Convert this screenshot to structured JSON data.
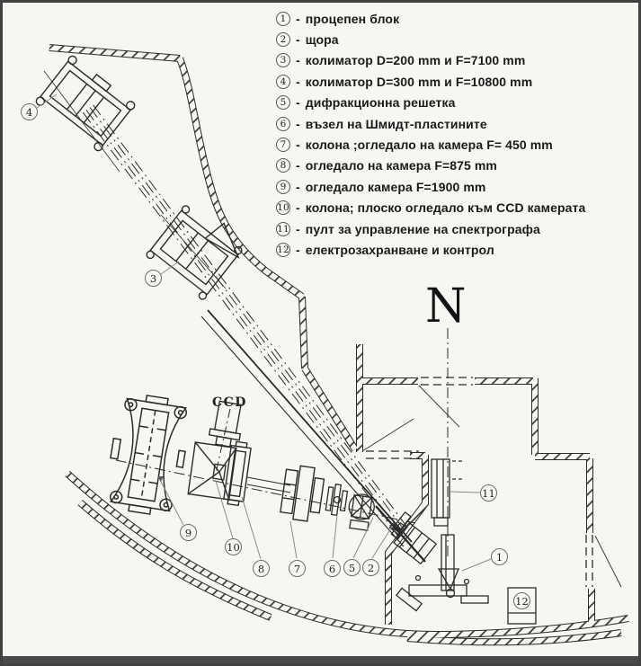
{
  "colors": {
    "ink": "#2b2b2b",
    "paper": "#f8f6f2",
    "frame": "#424242",
    "leader": "#8a8a8a"
  },
  "legend": {
    "separator": "-",
    "items": [
      {
        "num": "1",
        "text": "процепен блок"
      },
      {
        "num": "2",
        "text": "щора"
      },
      {
        "num": "3",
        "text": "колиматор D=200 mm и F=7100 mm"
      },
      {
        "num": "4",
        "text": "колиматор D=300 mm и F=10800 mm"
      },
      {
        "num": "5",
        "text": "дифракционна решетка"
      },
      {
        "num": "6",
        "text": "възел на Шмидт-пластините"
      },
      {
        "num": "7",
        "text": "колона ;огледало на камера F= 450 mm"
      },
      {
        "num": "8",
        "text": "огледало на камера F=875 mm"
      },
      {
        "num": "9",
        "text": "огледало камера F=1900 mm"
      },
      {
        "num": "10",
        "text": "колона; плоско огледало към CCD камерата"
      },
      {
        "num": "11",
        "text": "пулт за управление на спектрографа"
      },
      {
        "num": "12",
        "text": "електрозахранване и контрол"
      }
    ]
  },
  "diagram": {
    "north_label": "N",
    "ccd_label": "CCD",
    "callouts": {
      "c1": "1",
      "c2": "2",
      "c3": "3",
      "c4": "4",
      "c5": "5",
      "c6": "6",
      "c7": "7",
      "c8": "8",
      "c9": "9",
      "c10": "10",
      "c11": "11",
      "c12": "12"
    }
  }
}
